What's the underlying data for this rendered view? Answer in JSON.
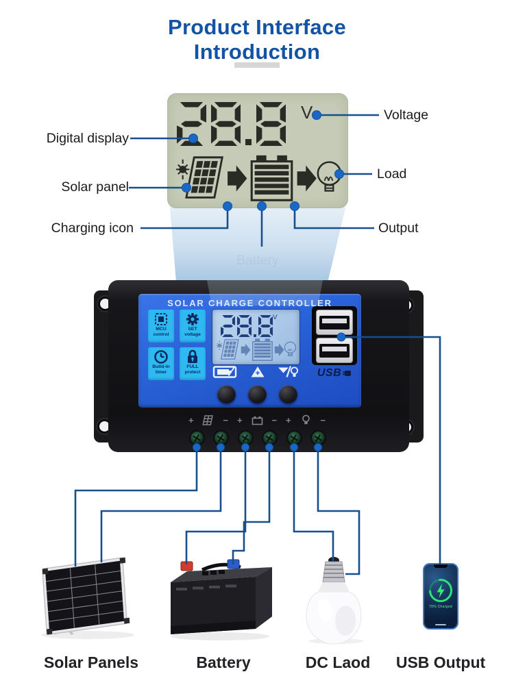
{
  "title": {
    "line1": "Product Interface",
    "line2": "Introduction"
  },
  "lcd_display": {
    "value": "28.8",
    "unit": "V"
  },
  "annotations": {
    "digital_display": "Digital display",
    "solar_panel": "Solar panel",
    "charging_icon": "Charging icon",
    "battery": "Battery",
    "voltage": "Voltage",
    "load": "Load",
    "output": "Output"
  },
  "controller": {
    "title": "SOLAR CHARGE CONTROLLER",
    "lcd": {
      "value": "28.8",
      "unit": "V"
    },
    "usb_label": "USB",
    "features": [
      {
        "icon": "chip-icon",
        "line1": "MCU",
        "line2": "control"
      },
      {
        "icon": "gear-icon",
        "line1": "SET",
        "line2": "voltage"
      },
      {
        "icon": "clock-icon",
        "line1": "Build-in",
        "line2": "timer"
      },
      {
        "icon": "lock-icon",
        "line1": "FULL",
        "line2": "protect"
      }
    ],
    "terminal_groups": [
      {
        "icon": "solar-panel-icon",
        "plus": "+",
        "minus": "−"
      },
      {
        "icon": "battery-icon",
        "plus": "+",
        "minus": "−"
      },
      {
        "icon": "bulb-icon",
        "plus": "+",
        "minus": "−"
      }
    ]
  },
  "devices": [
    {
      "label": "Solar Panels"
    },
    {
      "label": "Battery"
    },
    {
      "label": "DC Laod"
    },
    {
      "label": "USB Output"
    }
  ],
  "phone": {
    "charge_text": "70% Charged"
  },
  "colors": {
    "accent_blue": "#1253a6",
    "wire_blue": "#174f8e",
    "dot_blue": "#1b67c6",
    "controller_panel": "#2a63d8",
    "lcd_bg": "#c5cbb6"
  }
}
